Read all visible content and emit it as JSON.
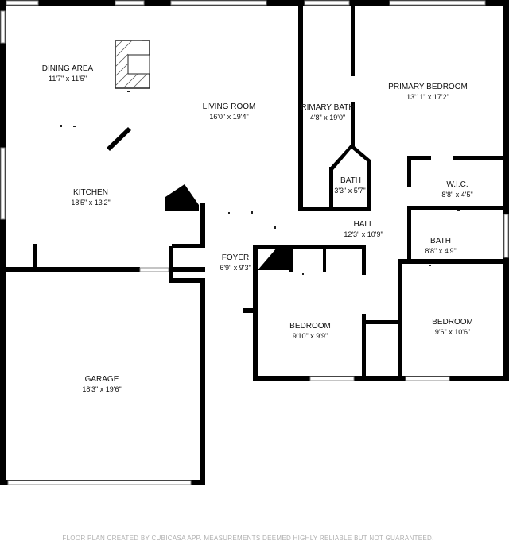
{
  "rooms": [
    {
      "id": "dining",
      "name": "DINING AREA",
      "dims": "11'7\" x 11'5\""
    },
    {
      "id": "living",
      "name": "LIVING ROOM",
      "dims": "16'0\" x 19'4\""
    },
    {
      "id": "kitchen",
      "name": "KITCHEN",
      "dims": "18'5\" x 13'2\""
    },
    {
      "id": "primary-bath",
      "name": "RIMARY BATH",
      "dims": "4'8\" x 19'0\""
    },
    {
      "id": "primary-bedroom",
      "name": "PRIMARY BEDROOM",
      "dims": "13'11\" x 17'2\""
    },
    {
      "id": "bath-small",
      "name": "BATH",
      "dims": "3'3\" x 5'7\""
    },
    {
      "id": "wic",
      "name": "W.I.C.",
      "dims": "8'8\" x 4'5\""
    },
    {
      "id": "hall",
      "name": "HALL",
      "dims": "12'3\" x 10'9\""
    },
    {
      "id": "bath-hall",
      "name": "BATH",
      "dims": "8'8\" x 4'9\""
    },
    {
      "id": "foyer",
      "name": "FOYER",
      "dims": "6'9\" x 9'3\""
    },
    {
      "id": "bedroom-1",
      "name": "BEDROOM",
      "dims": "9'10\" x 9'9\""
    },
    {
      "id": "bedroom-2",
      "name": "BEDROOM",
      "dims": "9'6\" x 10'6\""
    },
    {
      "id": "garage",
      "name": "GARAGE",
      "dims": "18'3\" x 19'6\""
    }
  ],
  "footer": "FLOOR PLAN CREATED BY CUBICASA APP. MEASUREMENTS DEEMED HIGHLY RELIABLE BUT NOT GUARANTEED.",
  "colors": {
    "wall": "#000000",
    "footer_text": "#b0b0b0",
    "background": "#ffffff"
  }
}
